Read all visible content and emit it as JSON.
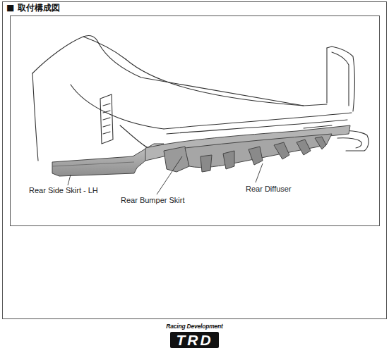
{
  "diagram": {
    "title": "■ 取付構成図",
    "labels": [
      "Rear Side Skirt - LH",
      "Rear Bumper Skirt",
      "Rear Diffuser",
      "Racing Development",
      "TRD"
    ]
  }
}
